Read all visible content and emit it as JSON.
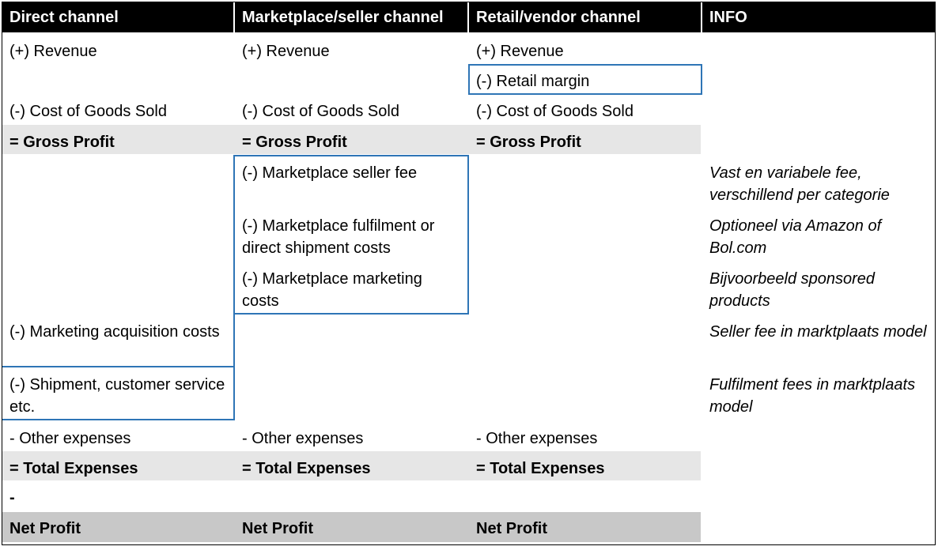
{
  "headers": {
    "direct": "Direct channel",
    "marketplace": "Marketplace/seller channel",
    "retail": "Retail/vendor channel",
    "info": "INFO"
  },
  "direct": {
    "revenue": "(+) Revenue",
    "cogs": "(-) Cost of Goods Sold",
    "gross_profit": "= Gross Profit",
    "marketing_acquisition": "(-) Marketing acquisition costs",
    "shipment": "(-) Shipment, customer service etc.",
    "other_expenses": "- Other expenses",
    "total_expenses": "= Total Expenses",
    "dash": "-",
    "net_profit": "Net Profit"
  },
  "marketplace": {
    "revenue": "(+) Revenue",
    "cogs": "(-) Cost of Goods Sold",
    "gross_profit": "= Gross Profit",
    "seller_fee": "(-) Marketplace seller fee",
    "fulfilment": "(-) Marketplace fulfilment or direct shipment costs",
    "marketing": "(-) Marketplace marketing costs",
    "other_expenses": "- Other expenses",
    "total_expenses": "= Total Expenses",
    "net_profit": "Net Profit"
  },
  "retail": {
    "revenue": "(+) Revenue",
    "retail_margin": "(-) Retail margin",
    "cogs": "(-) Cost of Goods Sold",
    "gross_profit": "= Gross Profit",
    "other_expenses": "- Other expenses",
    "total_expenses": "= Total Expenses",
    "net_profit": "Net Profit"
  },
  "info": {
    "seller_fee": "Vast en variabele fee, verschillend per categorie",
    "fulfilment": "Optioneel via Amazon of Bol.com",
    "marketing": "Bijvoorbeeld sponsored products",
    "marketing_acquisition": "Seller fee in marktplaats model",
    "shipment": "Fulfilment fees in marktplaats model"
  },
  "colors": {
    "header_bg": "#000000",
    "highlight_border": "#2e75b6",
    "shade": "#e6e6e6",
    "shade_dark": "#c8c8c8"
  }
}
